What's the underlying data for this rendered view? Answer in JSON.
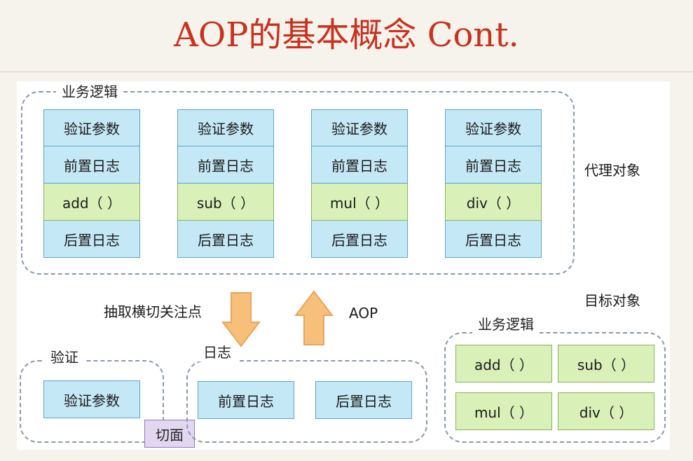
{
  "slide": {
    "title": "AOP的基本概念 Cont."
  },
  "proxy": {
    "region_label": "业务逻辑",
    "object_label": "代理对象",
    "stacks": [
      {
        "validate": "验证参数",
        "pre_log": "前置日志",
        "method": "add（ ）",
        "post_log": "后置日志"
      },
      {
        "validate": "验证参数",
        "pre_log": "前置日志",
        "method": "sub（ ）",
        "post_log": "后置日志"
      },
      {
        "validate": "验证参数",
        "pre_log": "前置日志",
        "method": "mul（ ）",
        "post_log": "后置日志"
      },
      {
        "validate": "验证参数",
        "pre_log": "前置日志",
        "method": "div（ ）",
        "post_log": "后置日志"
      }
    ]
  },
  "flow": {
    "extract_label": "抽取横切关注点",
    "aop_label": "AOP",
    "colors": {
      "arrow_fill": "#f6c07a",
      "arrow_stroke": "#e9a55a"
    }
  },
  "target": {
    "object_label": "目标对象",
    "region_label": "业务逻辑",
    "methods": [
      "add（ ）",
      "sub（ ）",
      "mul（ ）",
      "div（ ）"
    ]
  },
  "validation_aspect": {
    "region_label": "验证",
    "box": "验证参数"
  },
  "log_aspect": {
    "region_label": "日志",
    "pre": "前置日志",
    "post": "后置日志"
  },
  "facet_label": "切面"
}
